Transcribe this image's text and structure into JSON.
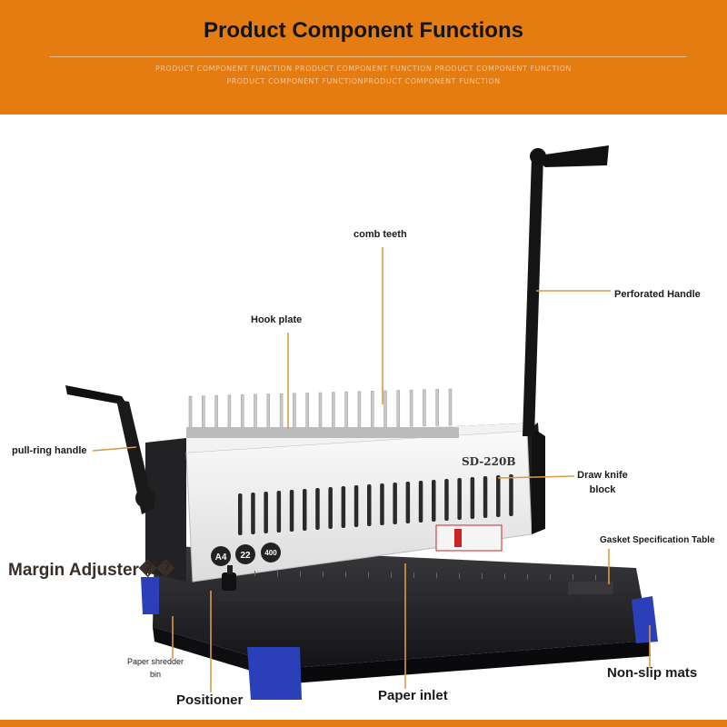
{
  "header": {
    "title": "Product Component Functions",
    "subtitle_line1": "PRODUCT COMPONENT FUNCTION PRODUCT COMPONENT FUNCTION PRODUCT COMPONENT FUNCTION",
    "subtitle_line2": "PRODUCT COMPONENT FUNCTIONPRODUCT COMPONENT FUNCTION"
  },
  "machine": {
    "model": "SD-220B",
    "badge_a4": "A4",
    "badge_22": "22",
    "badge_400": "400"
  },
  "callouts": {
    "comb_teeth": "comb teeth",
    "hook_plate": "Hook plate",
    "perforated_handle": "Perforated Handle",
    "pull_ring_handle": "pull-ring handle",
    "draw_knife_block_1": "Draw knife",
    "draw_knife_block_2": "block",
    "gasket_table": "Gasket Specification Table",
    "margin_adjuster": "Margin Adjuster��",
    "paper_shredder_bin_1": "Paper shredder",
    "paper_shredder_bin_2": "bin",
    "positioner": "Positioner",
    "paper_inlet": "Paper inlet",
    "non_slip_mats": "Non-slip mats"
  },
  "colors": {
    "banner": "#e47c11",
    "leader": "#d99a4a",
    "machine_black": "#1c1c1e",
    "machine_white": "#eeeeee",
    "feet_blue": "#2b3fb8"
  }
}
